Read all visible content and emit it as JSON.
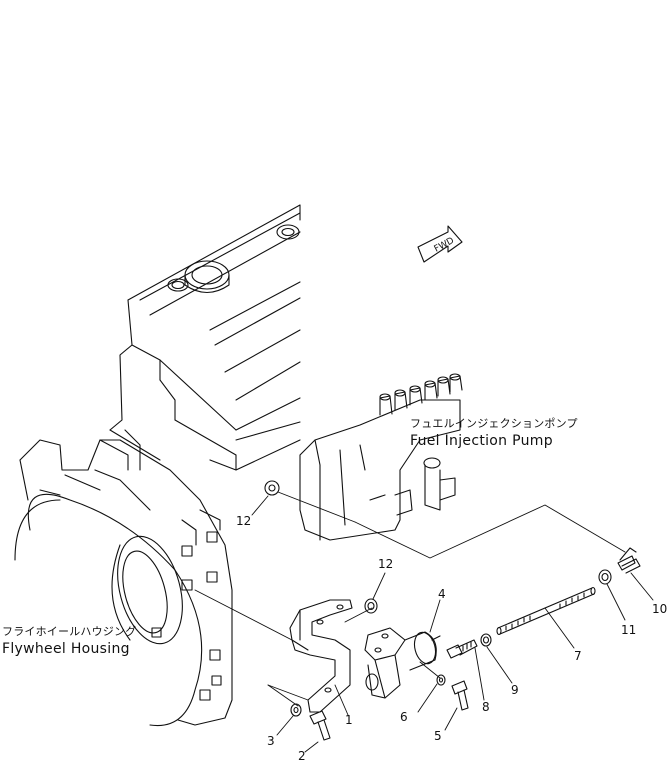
{
  "labels": {
    "fuel_pump_jp": "フュエルインジェクションポンプ",
    "fuel_pump_en": "Fuel Injection Pump",
    "flywheel_jp": "フライホイールハウジング",
    "flywheel_en": "Flywheel Housing",
    "fwd": "FWD"
  },
  "callouts": [
    "1",
    "2",
    "3",
    "4",
    "5",
    "6",
    "7",
    "8",
    "9",
    "10",
    "11",
    "12",
    "12"
  ]
}
